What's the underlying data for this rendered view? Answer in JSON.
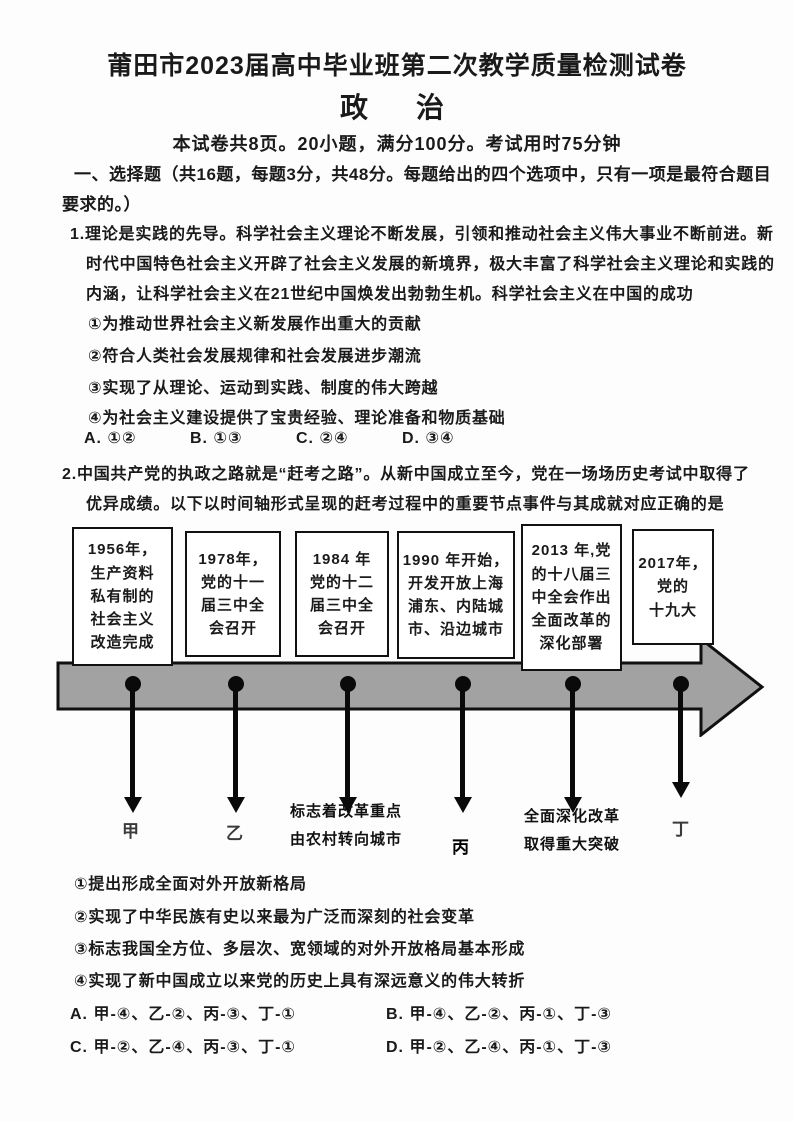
{
  "header": {
    "title": "莆田市2023届高中毕业班第二次教学质量检测试卷",
    "subject": "政　治",
    "exam_info": "本试卷共8页。20小题，满分100分。考试用时75分钟"
  },
  "section": {
    "line1": "一、选择题（共16题，每题3分，共48分。每题给出的四个选项中，只有一项是最符合题目",
    "line2": "要求的。）"
  },
  "q1": {
    "lines": [
      "1.理论是实践的先导。科学社会主义理论不断发展，引领和推动社会主义伟大事业不断前进。新",
      "时代中国特色社会主义开辟了社会主义发展的新境界，极大丰富了科学社会主义理论和实践的",
      "内涵，让科学社会主义在21世纪中国焕发出勃勃生机。科学社会主义在中国的成功"
    ],
    "options": [
      "①为推动世界社会主义新发展作出重大的贡献",
      "②符合人类社会发展规律和社会发展进步潮流",
      "③实现了从理论、运动到实践、制度的伟大跨越",
      "④为社会主义建设提供了宝贵经验、理论准备和物质基础"
    ],
    "answers": [
      "A. ①②",
      "B. ①③",
      "C. ②④",
      "D. ③④"
    ]
  },
  "q2": {
    "lines": [
      "2.中国共产党的执政之路就是“赶考之路”。从新中国成立至今，党在一场场历史考试中取得了",
      "优异成绩。以下以时间轴形式呈现的赶考过程中的重要节点事件与其成就对应正确的是"
    ],
    "timeline": {
      "boxes": [
        {
          "lines": [
            "1956年，",
            "生产资料",
            "私有制的",
            "社会主义",
            "改造完成"
          ]
        },
        {
          "lines": [
            "1978年，",
            "党的十一",
            "届三中全",
            "会召开"
          ]
        },
        {
          "lines": [
            "1984 年",
            "党的十二",
            "届三中全",
            "会召开"
          ]
        },
        {
          "lines": [
            "1990 年开始，",
            "开发开放上海",
            "浦东、内陆城",
            "市、沿边城市"
          ]
        },
        {
          "lines": [
            "2013 年,党",
            "的十八届三",
            "中全会作出",
            "全面改革的",
            "深化部署"
          ]
        },
        {
          "lines": [
            "2017年，",
            "党的",
            "十九大"
          ]
        }
      ],
      "labels": [
        "甲",
        "乙",
        "丙",
        "丁"
      ],
      "annotations": [
        {
          "line1": "标志着改革重点",
          "line2": "由农村转向城市"
        },
        {
          "line1": "全面深化改革",
          "line2": "取得重大突破"
        }
      ]
    },
    "statements": [
      "①提出形成全面对外开放新格局",
      "②实现了中华民族有史以来最为广泛而深刻的社会变革",
      "③标志我国全方位、多层次、宽领域的对外开放格局基本形成",
      "④实现了新中国成立以来党的历史上具有深远意义的伟大转折"
    ],
    "answers": [
      "A. 甲-④、乙-②、丙-③、丁-①",
      "B. 甲-④、乙-②、丙-①、丁-③",
      "C. 甲-②、乙-④、丙-③、丁-①",
      "D. 甲-②、乙-④、丙-①、丁-③"
    ]
  }
}
